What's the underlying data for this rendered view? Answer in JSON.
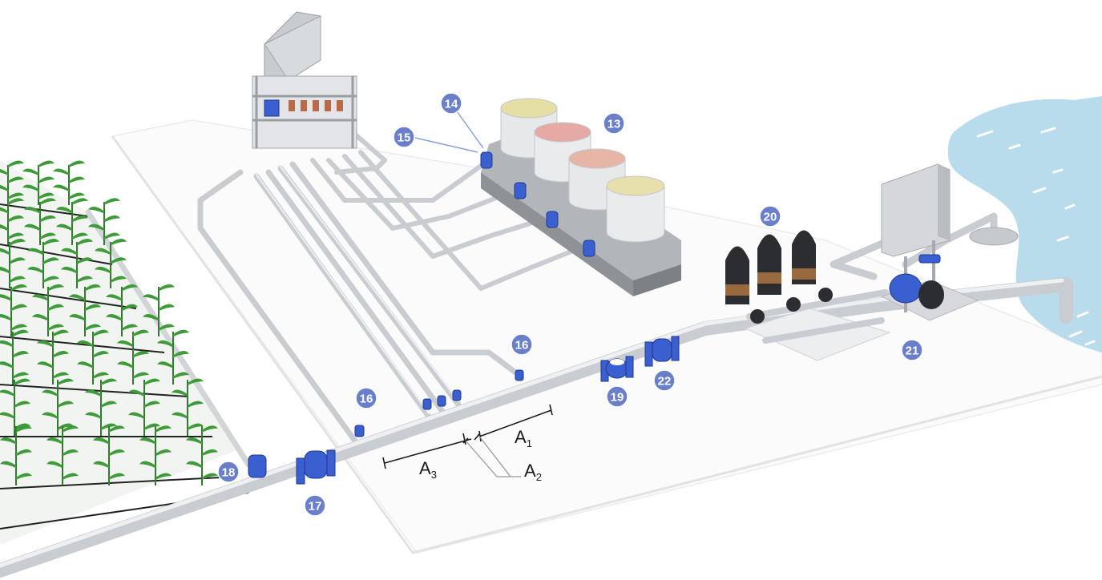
{
  "diagram": {
    "callouts": [
      {
        "id": "c13",
        "label": "13"
      },
      {
        "id": "c14",
        "label": "14"
      },
      {
        "id": "c15",
        "label": "15"
      },
      {
        "id": "c16a",
        "label": "16"
      },
      {
        "id": "c16b",
        "label": "16"
      },
      {
        "id": "c17",
        "label": "17"
      },
      {
        "id": "c18",
        "label": "18"
      },
      {
        "id": "c19",
        "label": "19"
      },
      {
        "id": "c20",
        "label": "20"
      },
      {
        "id": "c21",
        "label": "21"
      },
      {
        "id": "c22",
        "label": "22"
      }
    ],
    "dimensions": {
      "a1": {
        "letter": "A",
        "sub": "1"
      },
      "a2": {
        "letter": "A",
        "sub": "2"
      },
      "a3": {
        "letter": "A",
        "sub": "3"
      }
    },
    "colors": {
      "callout": "#6a7fc9",
      "valve": "#3a5fd0",
      "pipe": "#c9ccd0",
      "water": "#b9dcec",
      "plant": "#3f9a3a",
      "tank_yellow": "#e4dfa4",
      "tank_pink": "#e6a9a4"
    }
  }
}
